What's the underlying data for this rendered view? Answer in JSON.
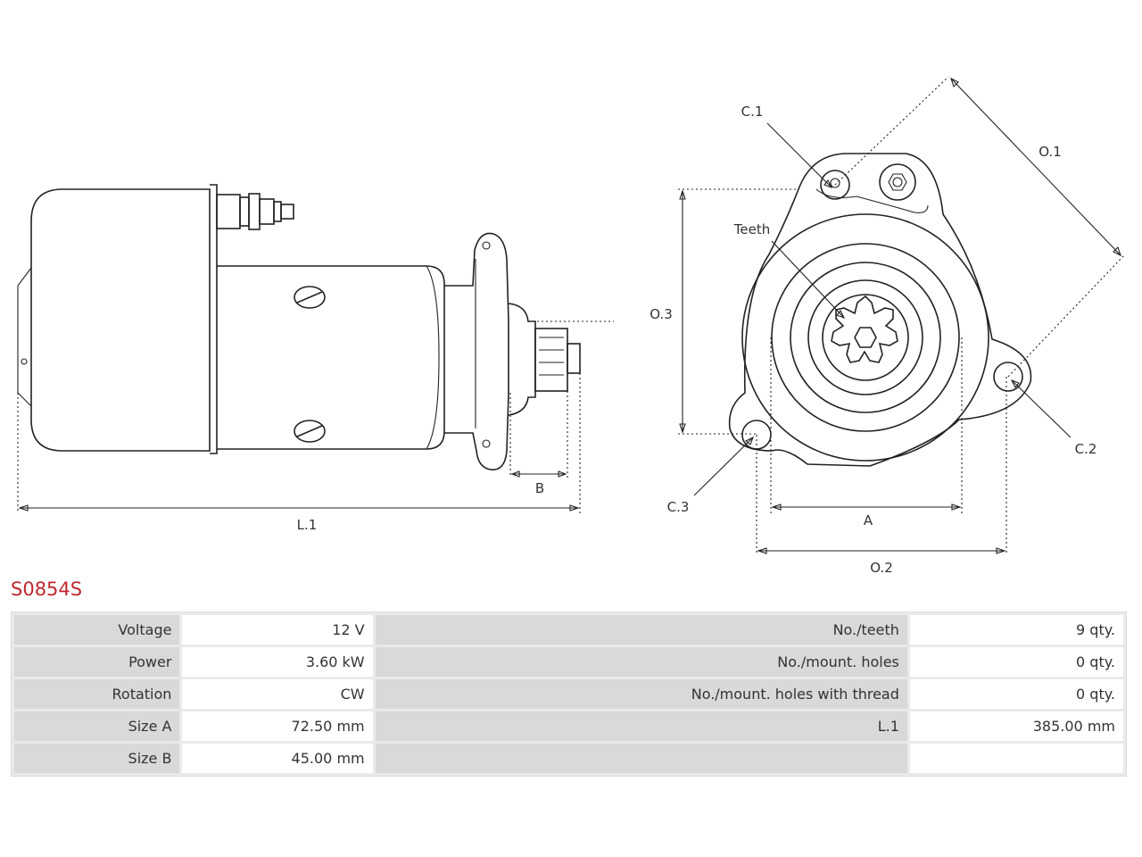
{
  "drawing": {
    "side_view_labels": {
      "l1": "L.1",
      "b": "B"
    },
    "front_view_labels": {
      "c1": "C.1",
      "c2": "C.2",
      "c3": "C.3",
      "o1": "O.1",
      "o2": "O.2",
      "o3": "O.3",
      "a": "A",
      "teeth": "Teeth"
    }
  },
  "part_number": "S0854S",
  "specs": {
    "rows": [
      {
        "left_key": "Voltage",
        "left_value": "12 V",
        "right_key": "No./teeth",
        "right_value": "9 qty."
      },
      {
        "left_key": "Power",
        "left_value": "3.60 kW",
        "right_key": "No./mount. holes",
        "right_value": "0 qty."
      },
      {
        "left_key": "Rotation",
        "left_value": "CW",
        "right_key": "No./mount. holes with thread",
        "right_value": "0 qty."
      },
      {
        "left_key": "Size A",
        "left_value": "72.50 mm",
        "right_key": "L.1",
        "right_value": "385.00 mm"
      },
      {
        "left_key": "Size B",
        "left_value": "45.00 mm",
        "right_key": "",
        "right_value": ""
      }
    ]
  },
  "colors": {
    "part_number": "#c0272d",
    "key_cell": "#d9d9d9",
    "value_cell": "#ffffff"
  }
}
